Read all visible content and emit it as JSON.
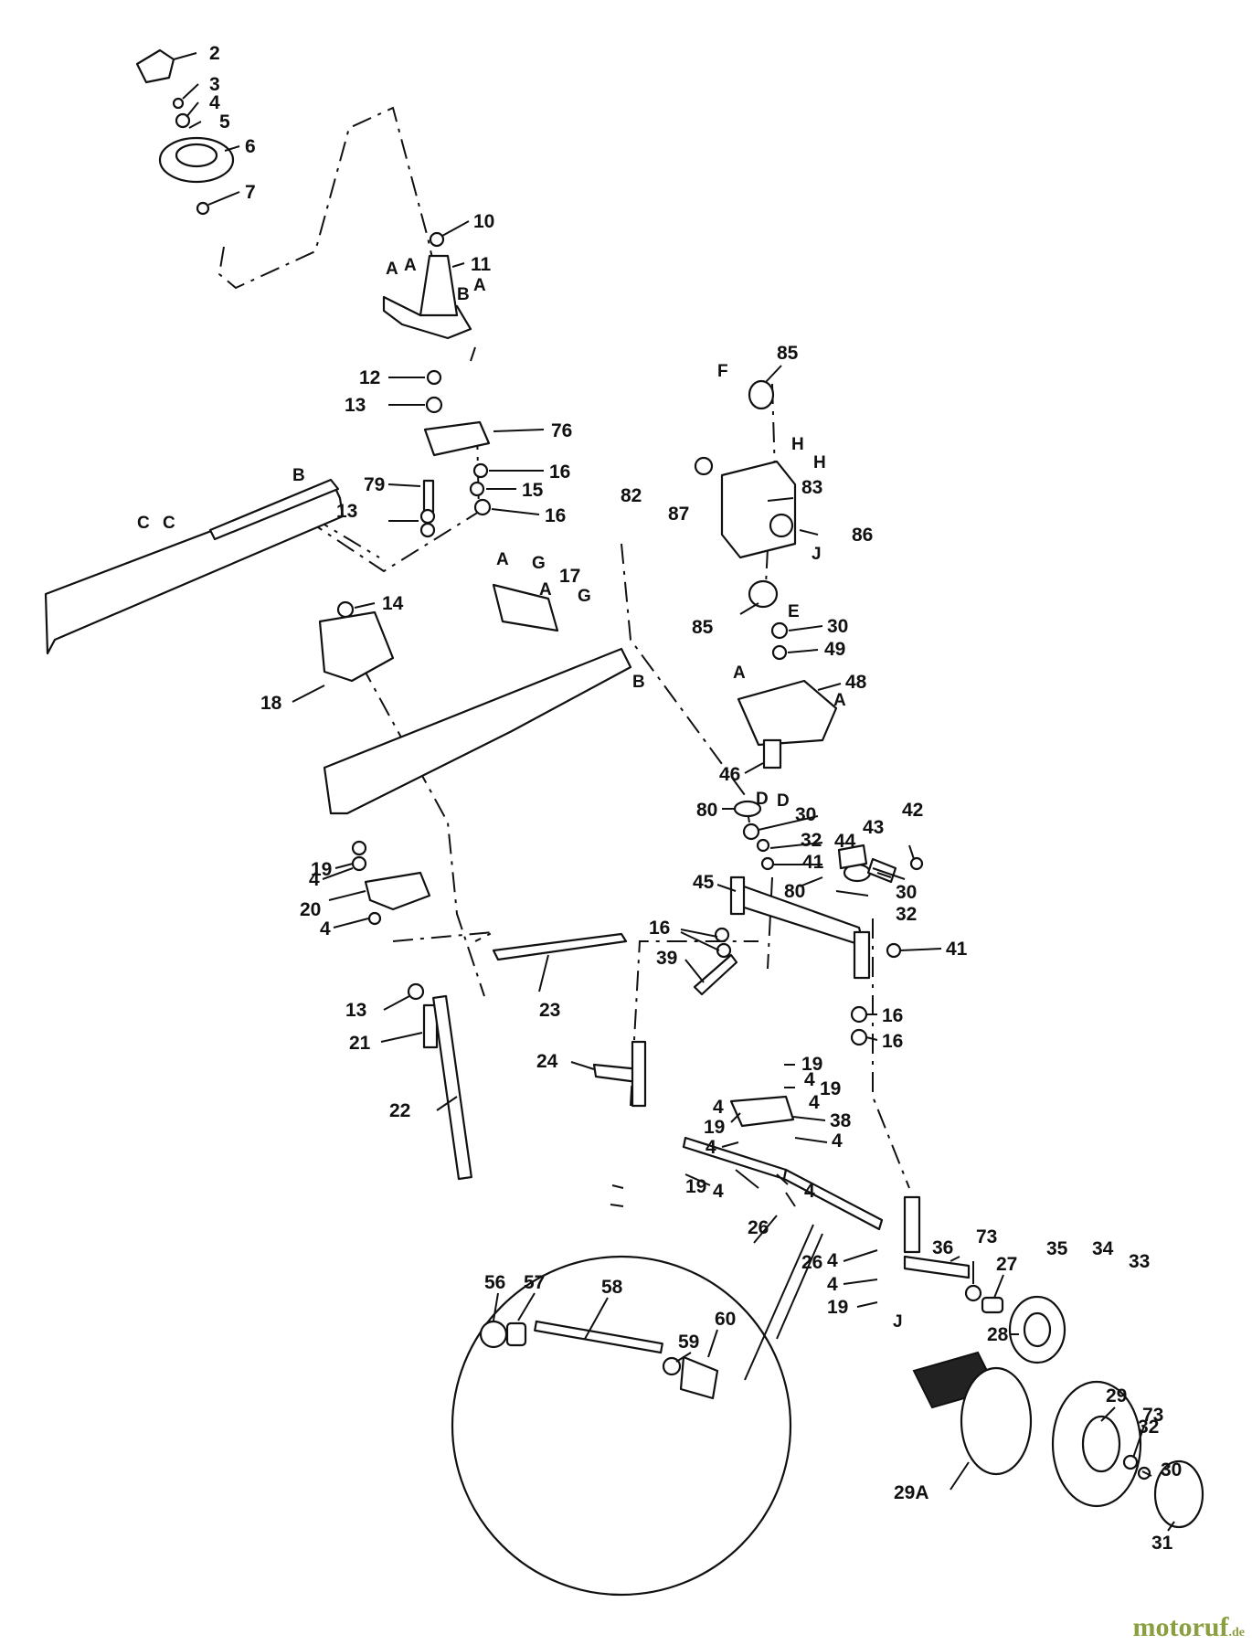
{
  "watermark": {
    "brand": "motoruf",
    "tld": ".de"
  },
  "callouts": [
    "2",
    "3",
    "4",
    "5",
    "6",
    "7",
    "10",
    "11",
    "12",
    "13",
    "76",
    "16",
    "15",
    "16",
    "79",
    "13",
    "14",
    "17",
    "18",
    "85",
    "82",
    "87",
    "83",
    "86",
    "85",
    "30",
    "49",
    "48",
    "46",
    "80",
    "30",
    "32",
    "44",
    "43",
    "42",
    "41",
    "45",
    "80",
    "30",
    "32",
    "41",
    "19",
    "4",
    "20",
    "4",
    "16",
    "39",
    "23",
    "13",
    "21",
    "22",
    "16",
    "16",
    "24",
    "19",
    "4",
    "19",
    "4",
    "4",
    "38",
    "4",
    "19",
    "4",
    "4",
    "19",
    "4",
    "26",
    "26",
    "4",
    "4",
    "19",
    "36",
    "73",
    "35",
    "34",
    "33",
    "27",
    "28",
    "56",
    "57",
    "58",
    "59",
    "60",
    "29",
    "73",
    "32",
    "30",
    "29A",
    "31"
  ],
  "ref_letters": [
    "A",
    "A",
    "A",
    "B",
    "B",
    "C",
    "C",
    "A",
    "G",
    "A",
    "G",
    "B",
    "F",
    "H",
    "H",
    "J",
    "E",
    "A",
    "A",
    "D",
    "D",
    "J"
  ]
}
